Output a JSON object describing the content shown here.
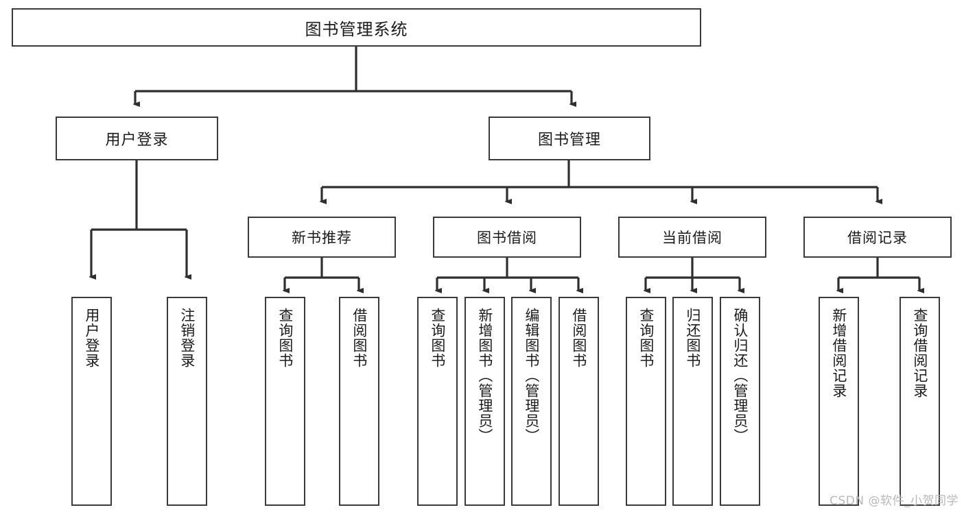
{
  "diagram": {
    "title": "图书管理系统",
    "type": "tree-hierarchy-diagram",
    "accent_color": "#3a3a3a",
    "background_color": "#ffffff",
    "root": {
      "label": "图书管理系统"
    },
    "level2": [
      {
        "label": "用户登录"
      },
      {
        "label": "图书管理"
      }
    ],
    "level3": [
      {
        "label": "新书推荐"
      },
      {
        "label": "图书借阅"
      },
      {
        "label": "当前借阅"
      },
      {
        "label": "借阅记录"
      }
    ],
    "leaves": [
      {
        "label": "用户登录",
        "parent": "用户登录"
      },
      {
        "label": "注销登录",
        "parent": "用户登录"
      },
      {
        "label": "查询图书",
        "parent": "新书推荐"
      },
      {
        "label": "借阅图书",
        "parent": "新书推荐"
      },
      {
        "label": "查询图书",
        "parent": "图书借阅"
      },
      {
        "label": "新增图书（管理员）",
        "parent": "图书借阅"
      },
      {
        "label": "编辑图书（管理员）",
        "parent": "图书借阅"
      },
      {
        "label": "借阅图书",
        "parent": "图书借阅"
      },
      {
        "label": "查询图书",
        "parent": "当前借阅"
      },
      {
        "label": "归还图书",
        "parent": "当前借阅"
      },
      {
        "label": "确认归还（管理员）",
        "parent": "当前借阅"
      },
      {
        "label": "新增借阅记录",
        "parent": "借阅记录"
      },
      {
        "label": "查询借阅记录",
        "parent": "借阅记录"
      }
    ]
  },
  "watermark": {
    "text": "CSDN @软件_小贺同学"
  }
}
